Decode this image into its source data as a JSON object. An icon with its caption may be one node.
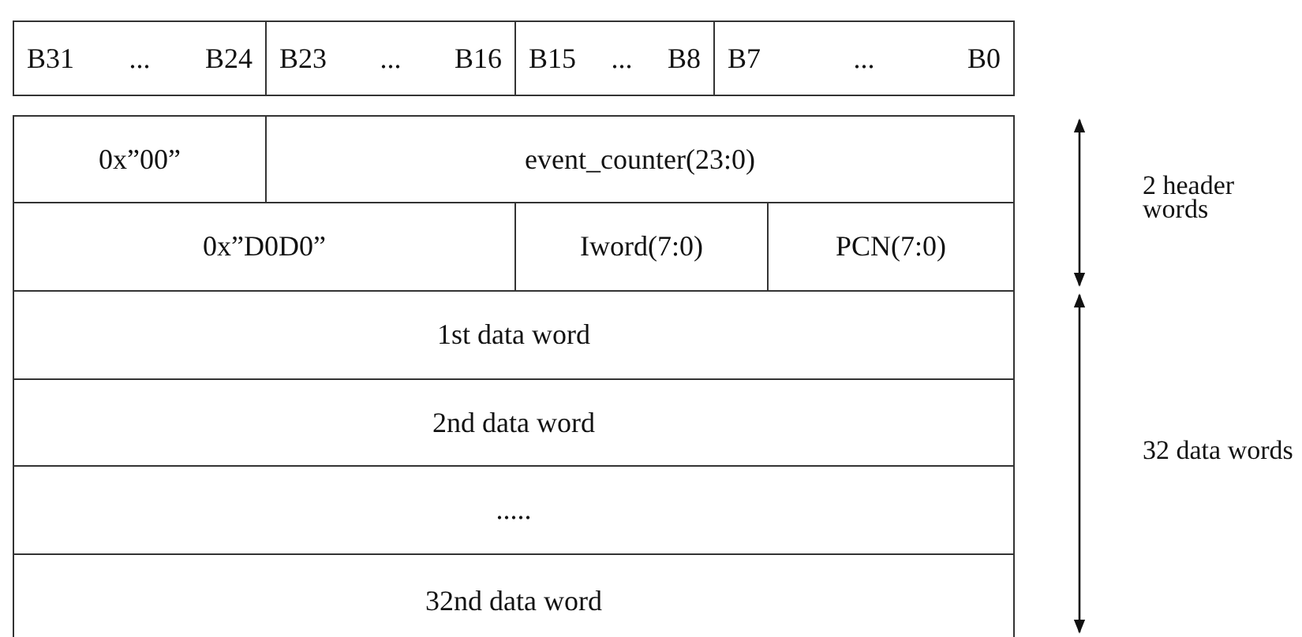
{
  "diagram": {
    "labels": [
      "B31 ... B24",
      "B23 ... B16",
      "B15 ... B8",
      "B7 ... B0",
      "0x”00”",
      "event_counter(23:0)",
      "0x”D0D0”",
      "Iword(7:0)",
      "PCN(7:0)",
      "1st data word",
      "2nd data word",
      ".....",
      "32nd data word",
      "2 header words",
      "32 data words"
    ]
  }
}
